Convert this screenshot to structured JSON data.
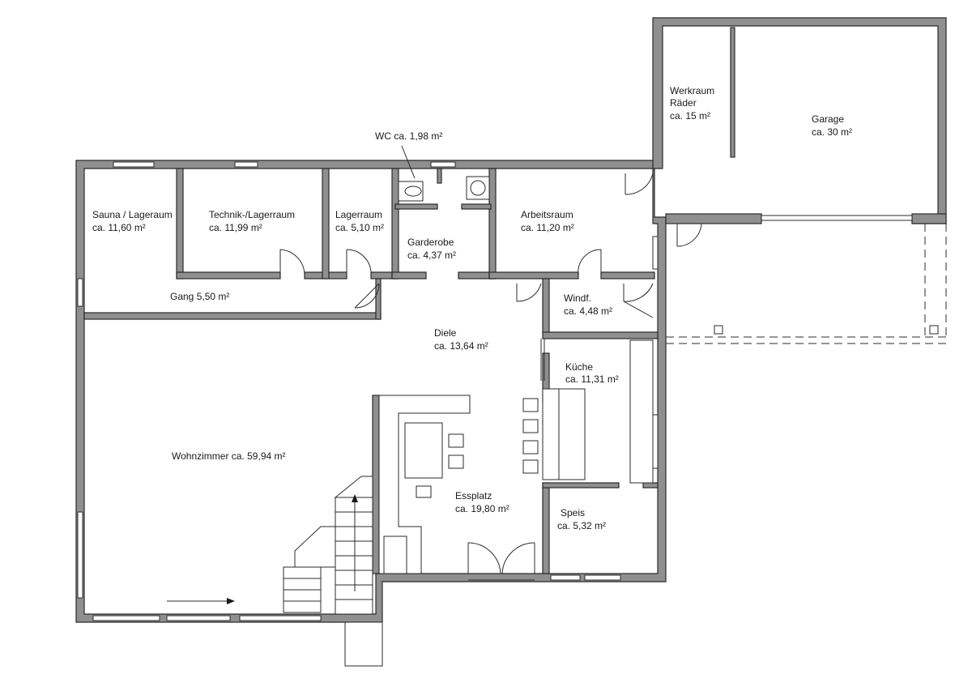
{
  "rooms": {
    "wc": {
      "name": "WC ca. 1,98 m²"
    },
    "sauna": {
      "name": "Sauna / Lageraum",
      "area": "ca. 11,60 m²"
    },
    "technik": {
      "name": "Technik-/Lagerraum",
      "area": "ca. 11,99 m²"
    },
    "lager": {
      "name": "Lagerraum",
      "area": "ca. 5,10 m²"
    },
    "garderobe": {
      "name": "Garderobe",
      "area": "ca. 4,37 m²"
    },
    "arbeit": {
      "name": "Arbeitsraum",
      "area": "ca. 11,20 m²"
    },
    "werkraum": {
      "name": "Werkraum",
      "sub": "Räder",
      "area": "ca. 15 m²"
    },
    "garage": {
      "name": "Garage",
      "area": "ca. 30 m²"
    },
    "gang": {
      "name": "Gang 5,50 m²"
    },
    "windf": {
      "name": "Windf.",
      "area": "ca. 4,48 m²"
    },
    "diele": {
      "name": "Diele",
      "area": "ca. 13,64 m²"
    },
    "kueche": {
      "name": "Küche",
      "area": "ca. 11,31 m²"
    },
    "wohn": {
      "name": "Wohnzimmer ca. 59,94 m²"
    },
    "ess": {
      "name": "Essplatz",
      "area": "ca. 19,80 m²"
    },
    "speis": {
      "name": "Speis",
      "area": "ca. 5,32 m²"
    }
  }
}
